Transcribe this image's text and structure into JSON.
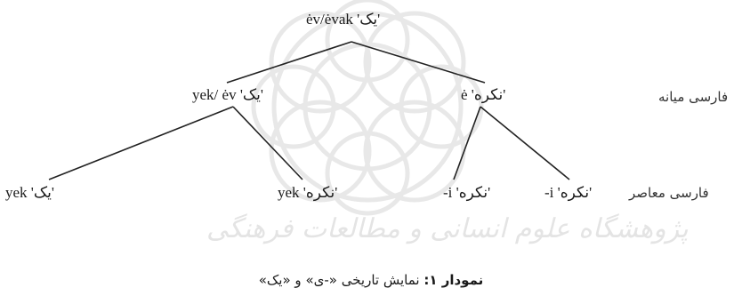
{
  "nodes": {
    "root": "ėv/ėvak 'یک'",
    "middle_left": "yek/ ėv 'یک'",
    "middle_right": "ė 'نکره'",
    "leaf_1": "yek 'یک'",
    "leaf_2": "yek 'نکره'",
    "leaf_3": "-i 'نکره'",
    "leaf_4": "-i 'نکره'"
  },
  "row_labels": {
    "middle_persian": "فارسی میانه",
    "modern_persian": "فارسی معاصر"
  },
  "caption": {
    "bold": "نمودار ۱:",
    "text": " نمایش تاریخی «-ی» و «یک»"
  },
  "watermark": {
    "text": "پژوهشگاه علوم انسانی و مطالعات فرهنگی"
  }
}
